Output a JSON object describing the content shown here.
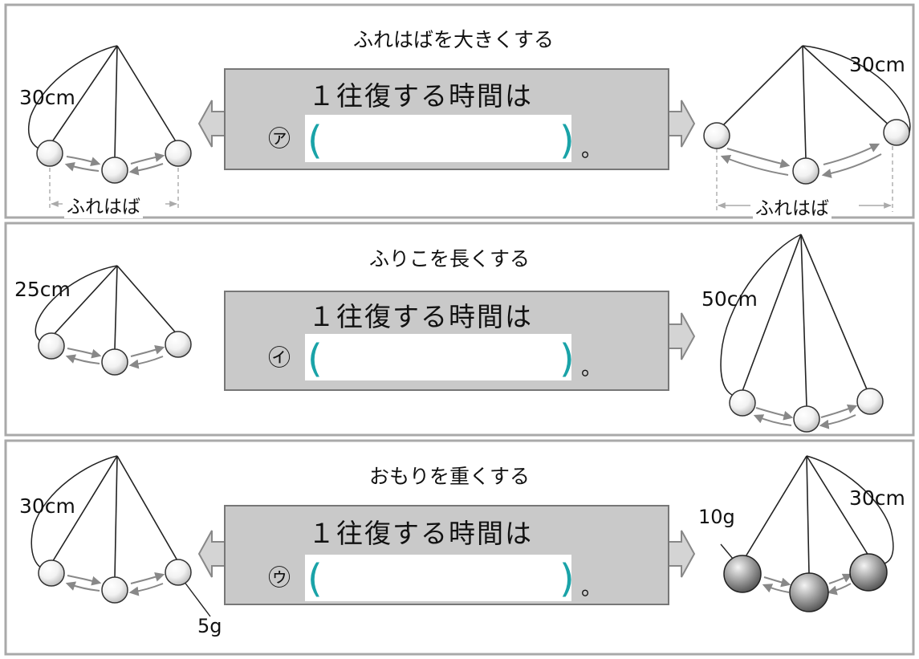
{
  "panels": [
    {
      "title": "ふれはばを大きくする",
      "heading": "１往復する時間は",
      "mark": "㋐",
      "left": {
        "length": "30cm",
        "amplitude_label": "ふれはば"
      },
      "right": {
        "length": "30cm",
        "amplitude_label": "ふれはば"
      },
      "period": "。"
    },
    {
      "title": "ふりこを長くする",
      "heading": "１往復する時間は",
      "mark": "㋑",
      "left": {
        "length": "25cm"
      },
      "right": {
        "length": "50cm"
      },
      "period": "。"
    },
    {
      "title": "おもりを重くする",
      "heading": "１往復する時間は",
      "mark": "㋒",
      "left": {
        "length": "30cm",
        "mass": "5g"
      },
      "right": {
        "length": "30cm",
        "mass": "10g"
      },
      "period": "。"
    }
  ],
  "colors": {
    "panel_border": "#a9a9a9",
    "box_fill": "#c9c9c9",
    "box_border": "#777777",
    "answer_paren": "#1aa3a8",
    "arrow_fill": "#d4d4d4",
    "arrow_stroke": "#888888"
  }
}
